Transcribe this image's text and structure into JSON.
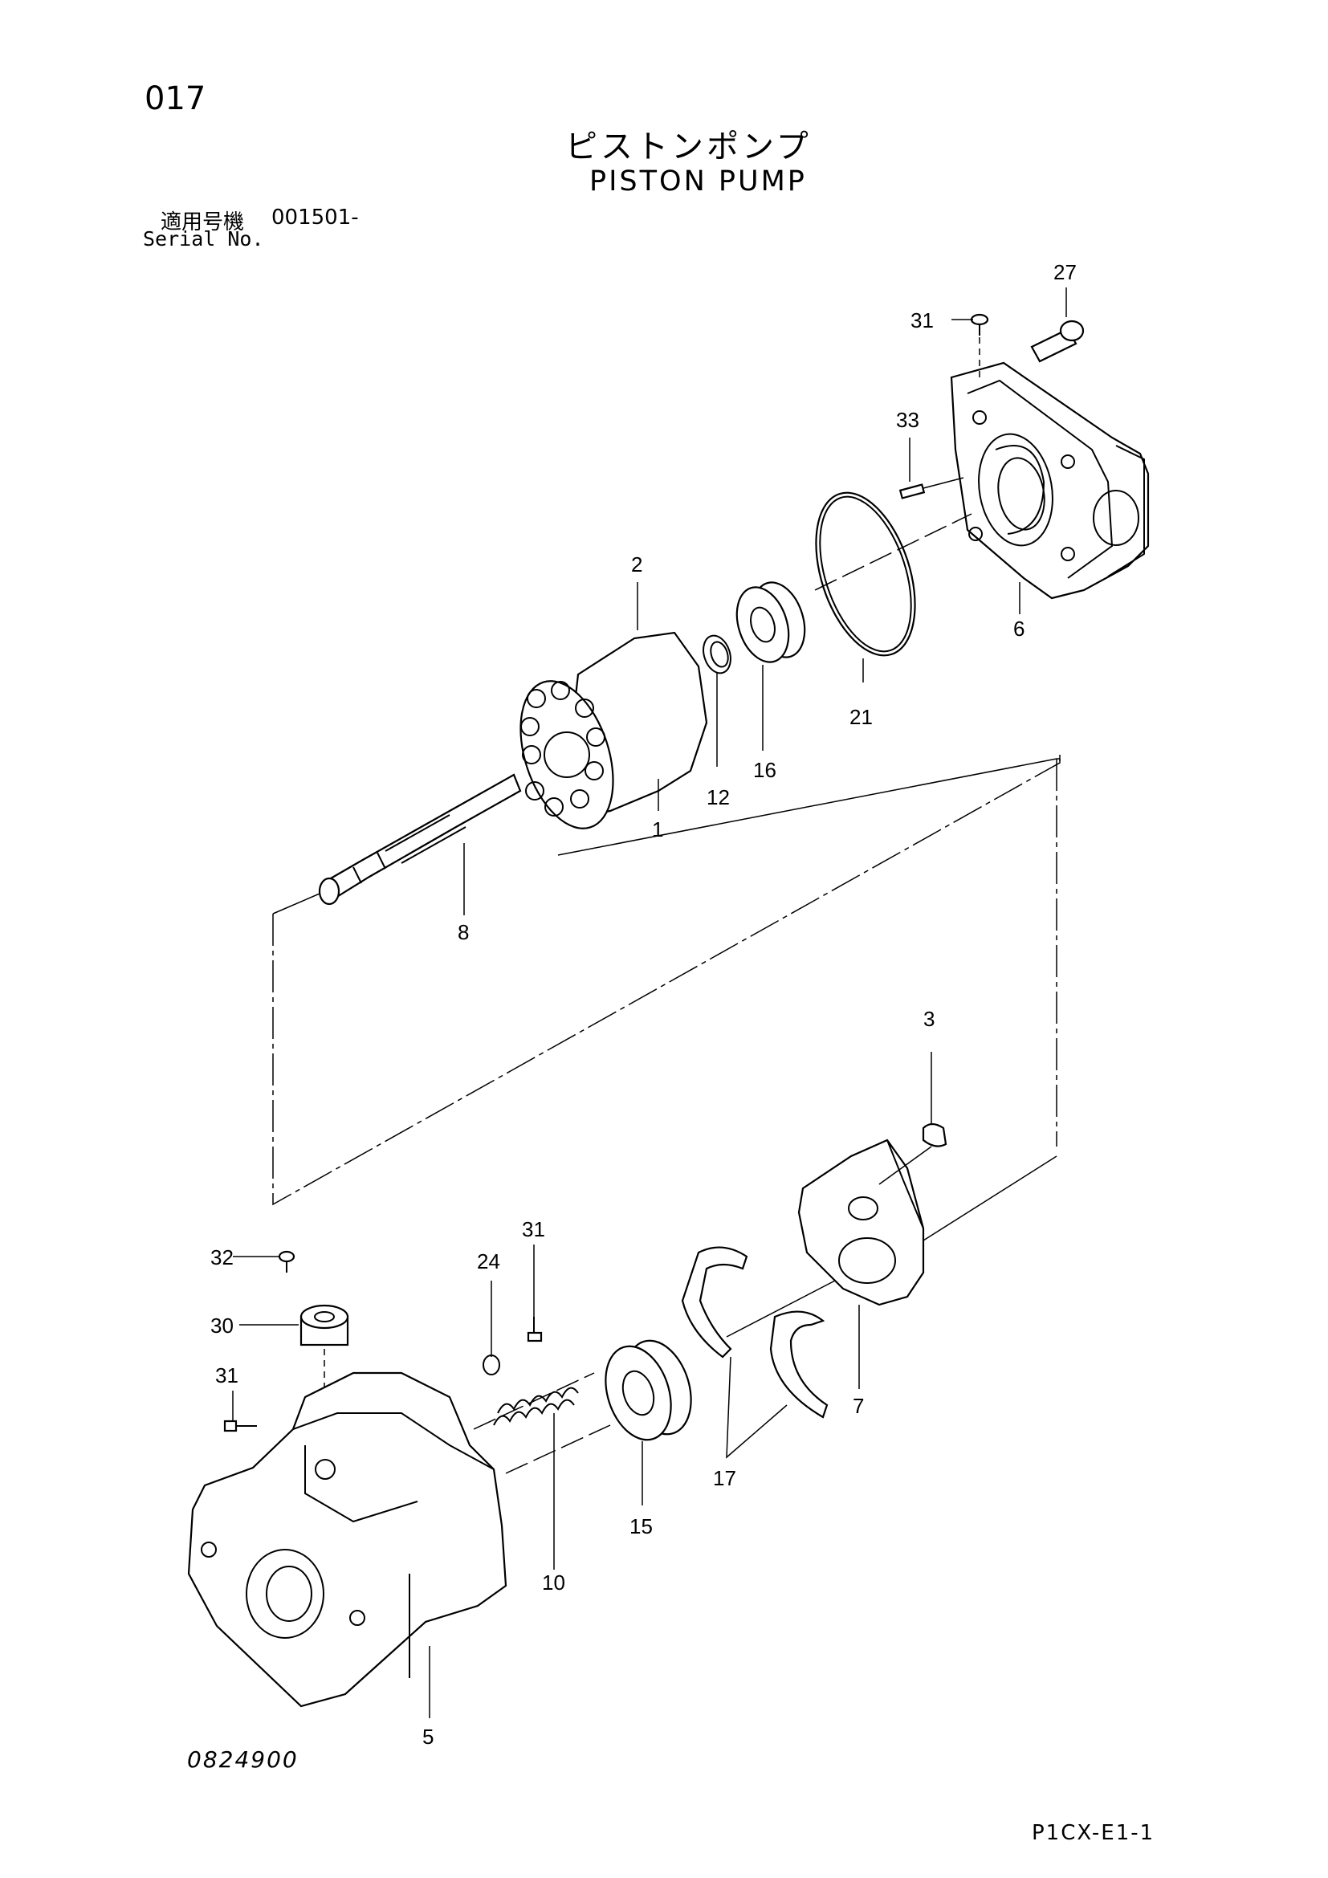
{
  "page": {
    "number": "017",
    "title_jp": "ピストンポンプ",
    "title_en": "PISTON PUMP",
    "serial_label_jp": "適用号機",
    "serial_value": "001501-",
    "serial_label_en": "Serial No.",
    "drawing_number": "0824900",
    "sheet_code": "P1CX-E1-1"
  },
  "callouts": [
    "27",
    "31",
    "33",
    "6",
    "21",
    "2",
    "12",
    "16",
    "1",
    "8",
    "3",
    "32",
    "24",
    "31",
    "30",
    "31",
    "7",
    "17",
    "15",
    "10",
    "5"
  ]
}
